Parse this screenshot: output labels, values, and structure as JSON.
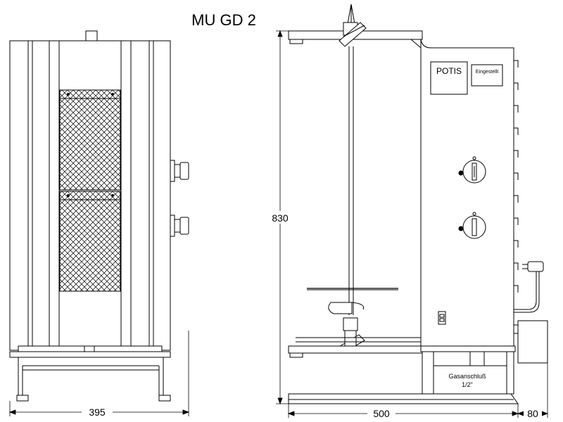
{
  "title": "MU GD 2",
  "dimensions": {
    "front_width": "395",
    "height": "830",
    "side_depth": "500",
    "gas_box_depth": "80"
  },
  "labels": {
    "brand": "POTIS",
    "status_label": "Eingestellt",
    "gas_connection_line1": "Gasanschluß",
    "gas_connection_line2": "1/2\""
  },
  "colors": {
    "line": "#000000",
    "panel": "#ffffff",
    "dimension": "#000000"
  }
}
